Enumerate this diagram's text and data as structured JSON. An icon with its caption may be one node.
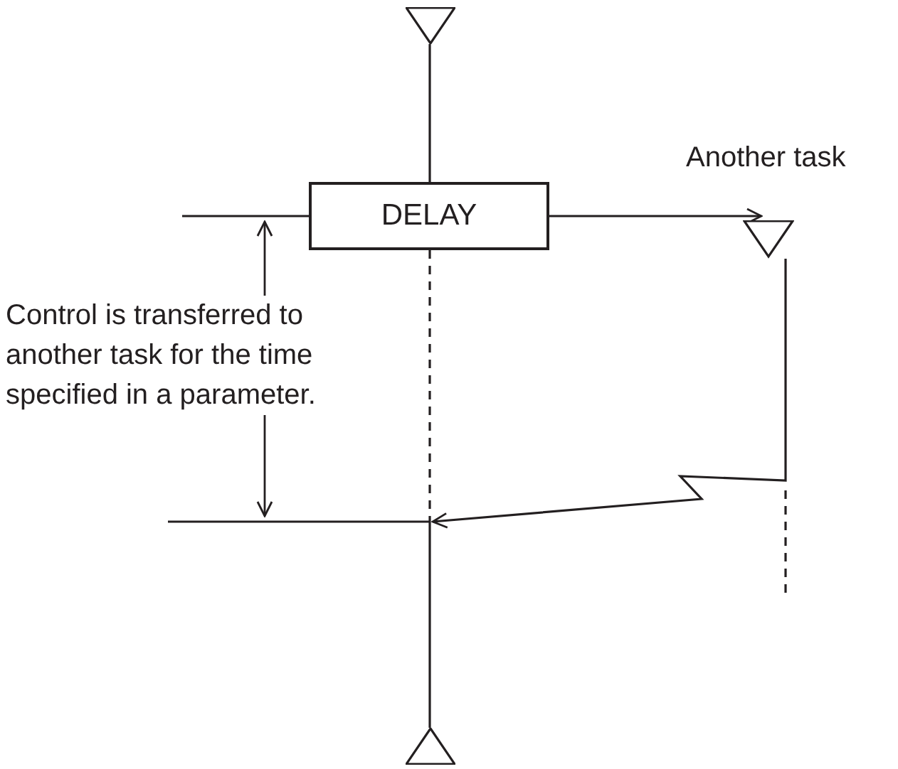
{
  "diagram": {
    "nodes": [
      {
        "text": [],
        "shape": "triangle"
      },
      {
        "text": [
          "DELAY"
        ]
      },
      {
        "text": [
          "Another task"
        ]
      },
      {
        "text": [],
        "shape": "triangle"
      }
    ],
    "edges": [
      {
        "from": 0,
        "to": 1,
        "arrow": "none"
      },
      {
        "from": 1,
        "to": 2,
        "arrow": "to"
      },
      {
        "from": 1,
        "to": 3,
        "arrow": "none",
        "style": "dashed"
      },
      {
        "from": 2,
        "to": null,
        "arrow": "to"
      }
    ],
    "labels": [
      "Control is transferred to another task for the time specified in a parameter."
    ]
  }
}
